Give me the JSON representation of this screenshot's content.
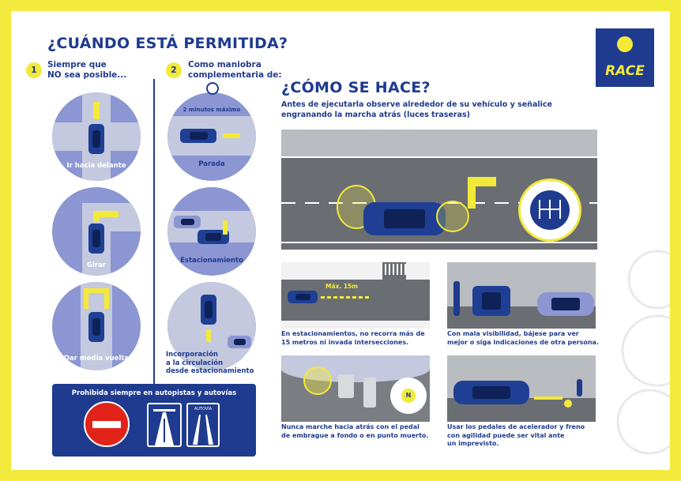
{
  "left": {
    "title": "¿CUÁNDO ESTÁ PERMITIDA?",
    "col1": {
      "number": "1",
      "heading_line1": "Siempre que",
      "heading_line2": "NO sea posible...",
      "items": [
        "Ir hacia delante",
        "Girar",
        "Dar media vuelta"
      ]
    },
    "col2": {
      "number": "2",
      "heading_line1": "Como maniobra",
      "heading_line2": "complementaria de:",
      "timer_label": "2 minutos máximo",
      "items": [
        "Parada",
        "Estacionamiento"
      ],
      "item3_lines": [
        "Incorporación",
        "a la circulación",
        "desde estacionamiento"
      ]
    },
    "prohibited": {
      "title": "Prohibida siempre en autopistas y autovías",
      "sign_label": "AUTOVÍA"
    }
  },
  "right": {
    "title": "¿CÓMO SE HACE?",
    "intro_line1": "Antes de ejecutarla observe alrededor de su vehículo y señalice",
    "intro_line2": "engranando la marcha atrás (luces traseras)",
    "max_label": "Máx. 15m",
    "gear_neutral": "N",
    "tips": [
      [
        "En estacionamientos, no recorra más de",
        "15 metros ni invada intersecciones."
      ],
      [
        "Con mala visibilidad, bájese para ver",
        "mejor o siga indicaciones de otra persona."
      ],
      [
        "Nunca marche hacia atrás con el pedal",
        "de embrague a fondo o en punto muerto."
      ],
      [
        "Usar los pedales de acelerador y freno",
        "con agilidad puede ser vital ante",
        "un imprevisto."
      ]
    ]
  },
  "brand": {
    "logo_text": "RACE",
    "blue": "#1f3b8f",
    "yellow": "#f3e93b"
  }
}
